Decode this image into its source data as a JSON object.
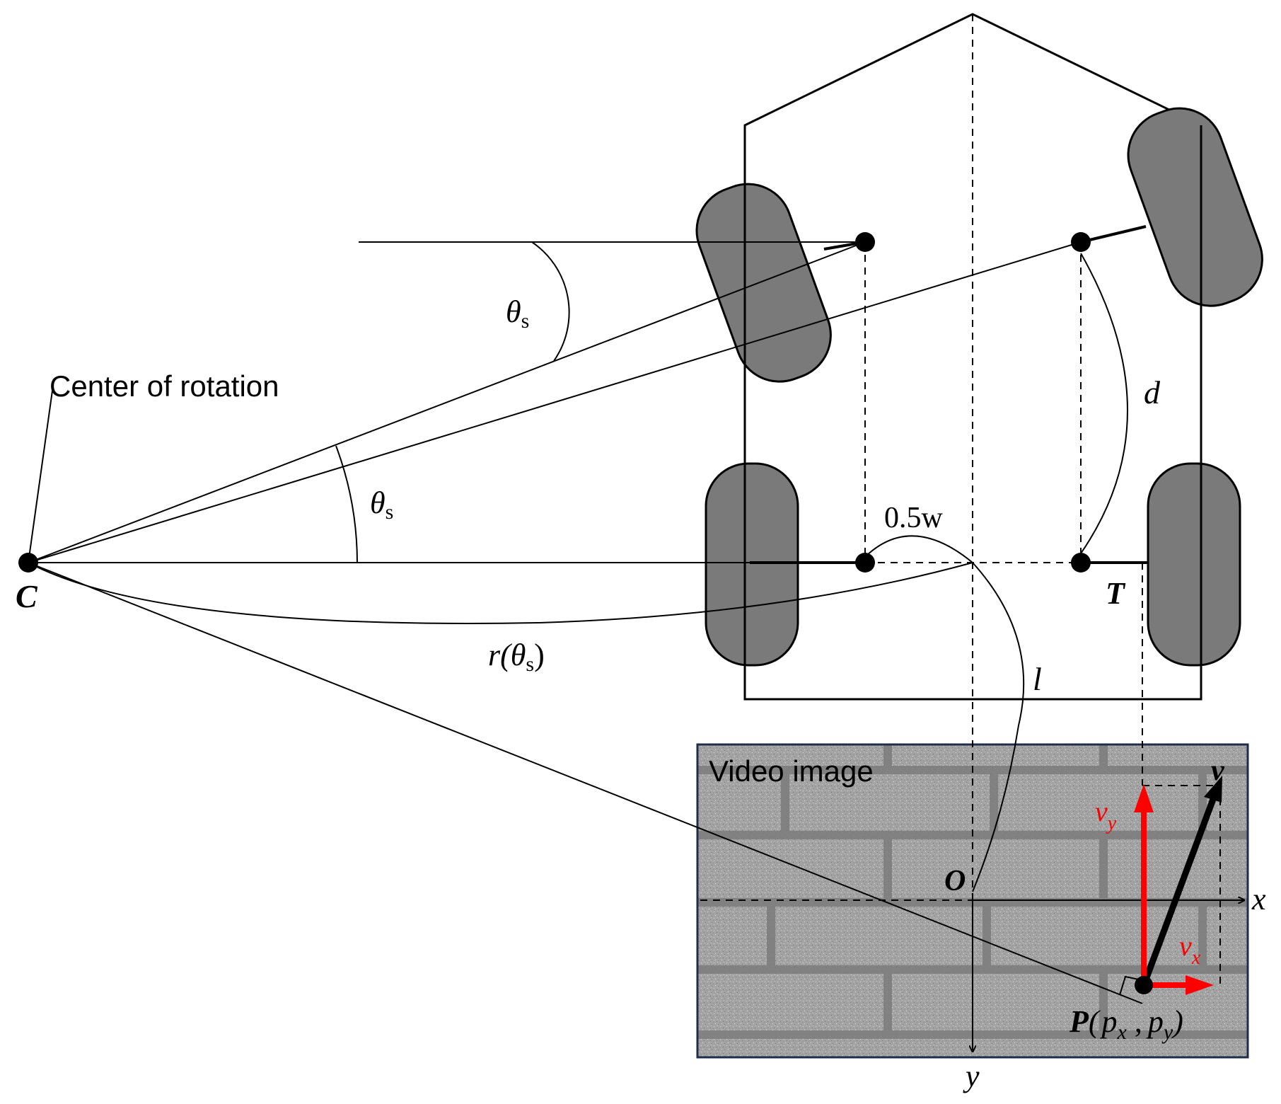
{
  "labels": {
    "center_of_rotation": "Center of rotation",
    "theta_main": "θ",
    "theta_sub": "s",
    "d": "d",
    "half_w": "0.5w",
    "C": "C",
    "T": "T",
    "r_prefix": "r(",
    "r_theta": "θ",
    "r_sub": "s",
    "r_suffix": ")",
    "l": "l",
    "video_image": "Video image",
    "O": "O",
    "x": "x",
    "y": "y",
    "v": "v",
    "vx_main": "v",
    "vx_sub": "x",
    "vy_main": "v",
    "vy_sub": "y",
    "P": "P",
    "p_open": "(",
    "px_main": "p",
    "px_sub": "x",
    "p_comma": " ,",
    "py_main": "p",
    "py_sub": "y",
    "p_close": ")"
  },
  "colors": {
    "line": "#000000",
    "wheel_fill": "#7a7a7a",
    "velocity_components": "#ff0000",
    "video_bg": "#9c9c9c",
    "video_border": "#1f2d4a"
  }
}
